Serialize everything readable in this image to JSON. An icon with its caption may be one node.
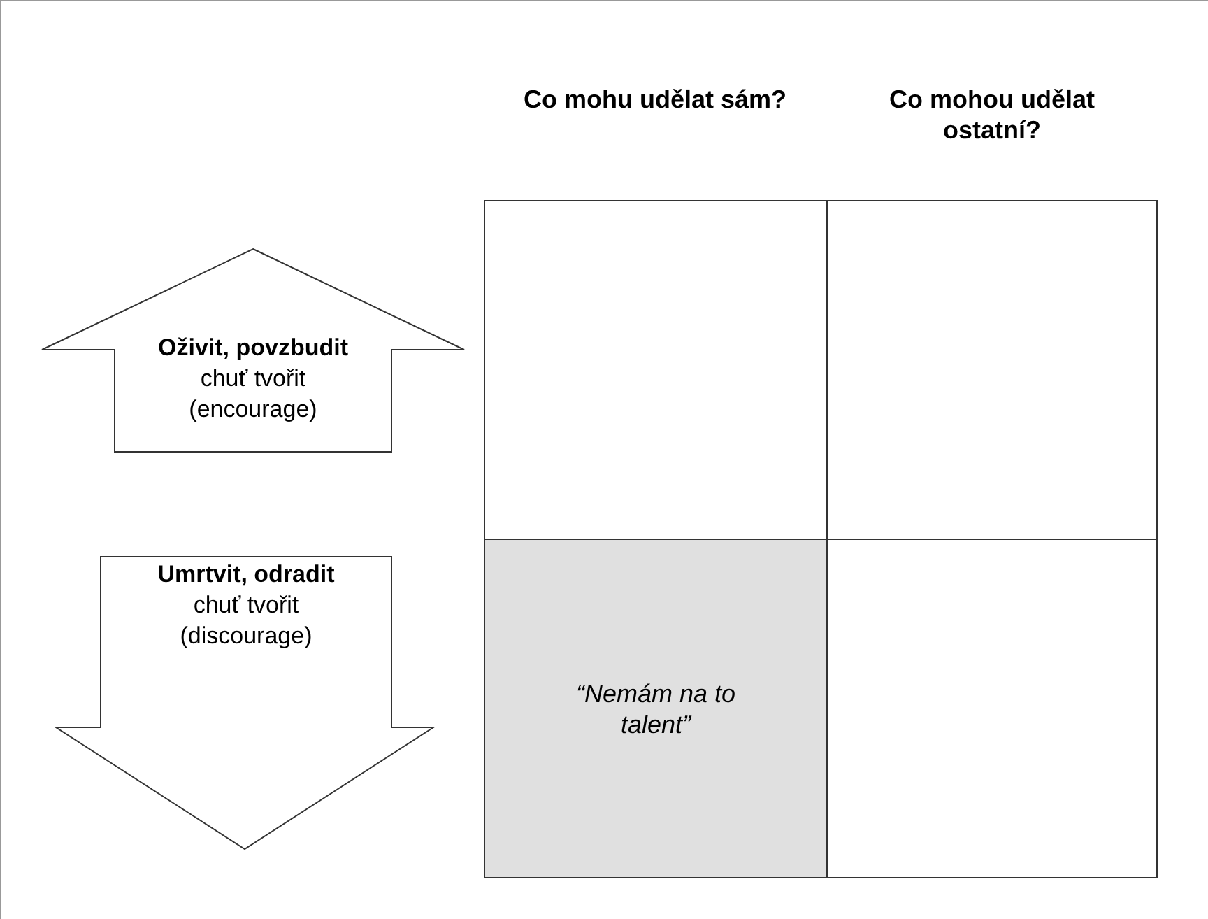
{
  "diagram": {
    "nodes": [
      {
        "text": [
          "Oživit, povzbudit",
          "chuť tvořit (encourage)"
        ]
      },
      {
        "text": [],
        "shape": "box"
      },
      {
        "text": [],
        "shape": "box"
      },
      {
        "text": [
          "Umrtvit, odradit",
          "chuť tvořit (discourage)"
        ]
      },
      {
        "text": [
          "“Nemám na to talent”"
        ]
      },
      {
        "text": [],
        "shape": "box"
      }
    ],
    "labels": [
      "Co mohu udělat sám?",
      "Co mohou udělat ostatní?"
    ]
  }
}
